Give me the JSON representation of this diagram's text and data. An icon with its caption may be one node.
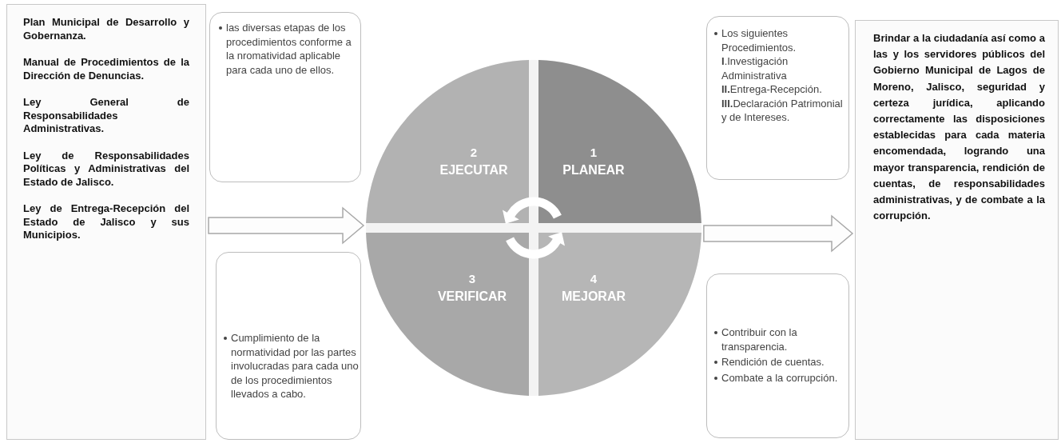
{
  "diagram": {
    "nodes": [
      {
        "text": [
          "Plan Municipal de Desarrollo y Gobernanza.",
          "Manual de Procedimientos de la Dirección de Denuncias.",
          "Ley General de Responsabilidades Administrativas.",
          "Ley de Responsabilidades Políticas y Administrativas del Estado de Jalisco.",
          "Ley de Entrega-Recepción del Estado de Jalisco y sus Municipios."
        ]
      },
      {
        "text": [
          "las diversas etapas de los procedimientos conforme a la nromatividad aplicable para cada uno de ellos."
        ]
      },
      {
        "text": [
          "Los siguientes Procedimientos.",
          "**I**.Investigación Administrativa",
          "**II.**Entrega-Recepción.",
          "**III.**Declaración Patrimonial y de Intereses."
        ]
      },
      {
        "text": [
          "Cumplimiento de la normatividad por las partes involucradas para cada uno de los procedimientos llevados a cabo."
        ]
      },
      {
        "text": [
          "Contribuir con la transparencia.",
          "Rendición de cuentas.",
          "Combate a la corrupción."
        ]
      },
      {
        "text": [],
        "shape": "circle"
      },
      {
        "text": [
          "2",
          "EJECUTAR"
        ],
        "in": 5
      },
      {
        "text": [
          "1",
          "PLANEAR"
        ],
        "in": 5
      },
      {
        "text": [
          "3",
          "VERIFICAR"
        ],
        "in": 5
      },
      {
        "text": [
          "4",
          "MEJORAR"
        ],
        "in": 5
      },
      {
        "text": [
          "Brindar a la ciudadanía así como a las y los servidores públicos del Gobierno Municipal de Lagos de Moreno, Jalisco, seguridad y certeza jurídica, aplicando correctamente las disposiciones establecidas para cada materia encomendada, logrando una mayor transparencia, rendición de cuentas, de responsabilidades administrativas, y de combate a la corrupción."
        ]
      }
    ],
    "edges": [
      {
        "from": 0,
        "to": 5,
        "arrow": "to"
      },
      {
        "from": 5,
        "to": 10,
        "arrow": "to"
      }
    ]
  }
}
